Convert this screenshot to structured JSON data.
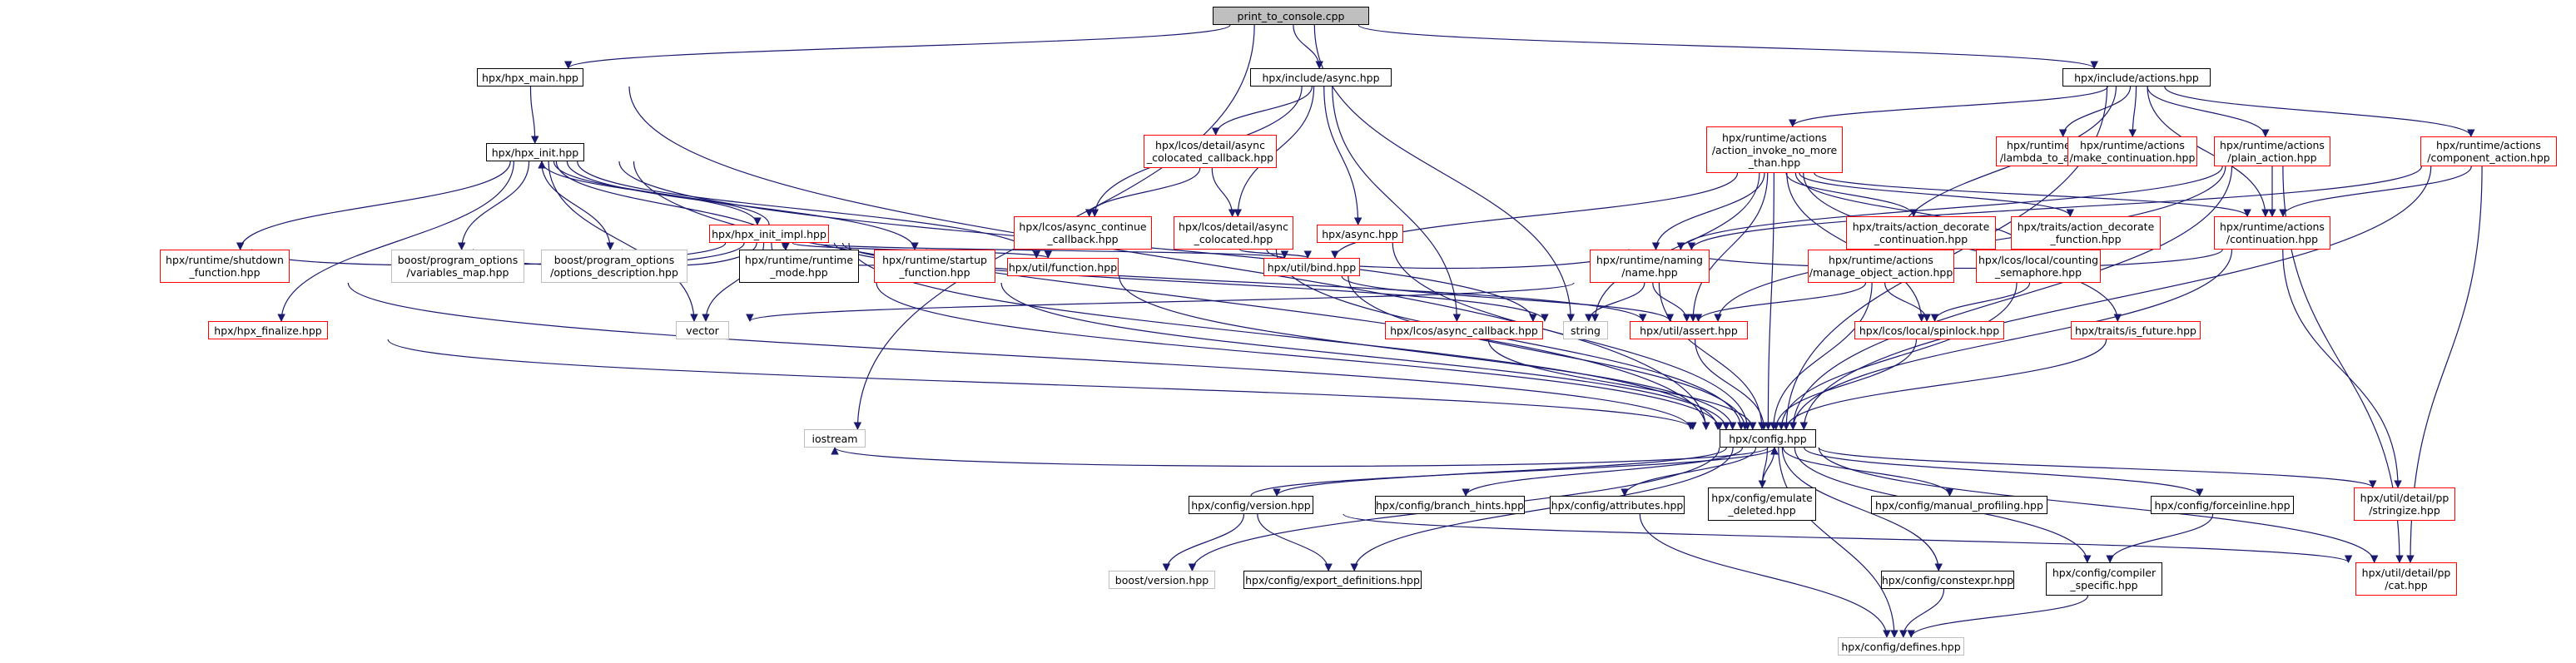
{
  "colors": {
    "edge": "#191970",
    "root_fill": "#bfbfbf",
    "linked_border": "#000000",
    "truncated_border": "#ff0000",
    "external_border": "#bfbfbf"
  },
  "nodes": [
    {
      "id": "n0",
      "label": "print_to_console.cpp",
      "kind": "root"
    },
    {
      "id": "n1",
      "label": "hpx/hpx_main.hpp",
      "kind": "black"
    },
    {
      "id": "n2",
      "label": "hpx/include/async.hpp",
      "kind": "black"
    },
    {
      "id": "n3",
      "label": "hpx/include/actions.hpp",
      "kind": "black"
    },
    {
      "id": "n4",
      "label": "hpx/hpx_init.hpp",
      "kind": "black"
    },
    {
      "id": "n5",
      "label": "hpx/lcos/detail/async\n_colocated_callback.hpp",
      "kind": "red"
    },
    {
      "id": "n6",
      "label": "hpx/runtime/actions\n/action_invoke_no_more\n_than.hpp",
      "kind": "red"
    },
    {
      "id": "n7",
      "label": "hpx/runtime/actions\n/lambda_to_action.hpp",
      "kind": "red"
    },
    {
      "id": "n8",
      "label": "hpx/runtime/actions\n/make_continuation.hpp",
      "kind": "red"
    },
    {
      "id": "n9",
      "label": "hpx/runtime/actions\n/plain_action.hpp",
      "kind": "red"
    },
    {
      "id": "n10",
      "label": "hpx/runtime/actions\n/component_action.hpp",
      "kind": "red"
    },
    {
      "id": "n11",
      "label": "hpx/hpx_init_impl.hpp",
      "kind": "red"
    },
    {
      "id": "n12",
      "label": "hpx/lcos/async_continue\n_callback.hpp",
      "kind": "red"
    },
    {
      "id": "n13",
      "label": "hpx/lcos/detail/async\n_colocated.hpp",
      "kind": "red"
    },
    {
      "id": "n14",
      "label": "hpx/async.hpp",
      "kind": "red"
    },
    {
      "id": "n15",
      "label": "hpx/traits/action_decorate\n_continuation.hpp",
      "kind": "red"
    },
    {
      "id": "n16",
      "label": "hpx/traits/action_decorate\n_function.hpp",
      "kind": "red"
    },
    {
      "id": "n17",
      "label": "hpx/runtime/actions\n/continuation.hpp",
      "kind": "red"
    },
    {
      "id": "n18",
      "label": "hpx/runtime/shutdown\n_function.hpp",
      "kind": "red"
    },
    {
      "id": "n19",
      "label": "boost/program_options\n/variables_map.hpp",
      "kind": "gray"
    },
    {
      "id": "n20",
      "label": "boost/program_options\n/options_description.hpp",
      "kind": "gray"
    },
    {
      "id": "n21",
      "label": "hpx/runtime/runtime\n_mode.hpp",
      "kind": "black"
    },
    {
      "id": "n22",
      "label": "hpx/runtime/startup\n_function.hpp",
      "kind": "red"
    },
    {
      "id": "n23",
      "label": "hpx/util/function.hpp",
      "kind": "red"
    },
    {
      "id": "n24",
      "label": "hpx/util/bind.hpp",
      "kind": "red"
    },
    {
      "id": "n25",
      "label": "hpx/runtime/naming\n/name.hpp",
      "kind": "red"
    },
    {
      "id": "n26",
      "label": "hpx/runtime/actions\n/manage_object_action.hpp",
      "kind": "red"
    },
    {
      "id": "n27",
      "label": "hpx/lcos/local/counting\n_semaphore.hpp",
      "kind": "red"
    },
    {
      "id": "n28",
      "label": "hpx/hpx_finalize.hpp",
      "kind": "red"
    },
    {
      "id": "n29",
      "label": "vector",
      "kind": "gray"
    },
    {
      "id": "n30",
      "label": "hpx/lcos/async_callback.hpp",
      "kind": "red"
    },
    {
      "id": "n31",
      "label": "string",
      "kind": "gray"
    },
    {
      "id": "n32",
      "label": "hpx/util/assert.hpp",
      "kind": "red"
    },
    {
      "id": "n33",
      "label": "hpx/lcos/local/spinlock.hpp",
      "kind": "red"
    },
    {
      "id": "n34",
      "label": "hpx/traits/is_future.hpp",
      "kind": "red"
    },
    {
      "id": "n35",
      "label": "iostream",
      "kind": "gray"
    },
    {
      "id": "n36",
      "label": "hpx/config.hpp",
      "kind": "black"
    },
    {
      "id": "n37",
      "label": "hpx/config/version.hpp",
      "kind": "black"
    },
    {
      "id": "n38",
      "label": "hpx/config/branch_hints.hpp",
      "kind": "black"
    },
    {
      "id": "n39",
      "label": "hpx/config/attributes.hpp",
      "kind": "black"
    },
    {
      "id": "n40",
      "label": "hpx/config/emulate\n_deleted.hpp",
      "kind": "black"
    },
    {
      "id": "n41",
      "label": "hpx/config/manual_profiling.hpp",
      "kind": "black"
    },
    {
      "id": "n42",
      "label": "hpx/config/forceinline.hpp",
      "kind": "black"
    },
    {
      "id": "n43",
      "label": "hpx/util/detail/pp\n/stringize.hpp",
      "kind": "red"
    },
    {
      "id": "n44",
      "label": "boost/version.hpp",
      "kind": "gray"
    },
    {
      "id": "n45",
      "label": "hpx/config/export_definitions.hpp",
      "kind": "black"
    },
    {
      "id": "n46",
      "label": "hpx/config/constexpr.hpp",
      "kind": "black"
    },
    {
      "id": "n47",
      "label": "hpx/config/compiler\n_specific.hpp",
      "kind": "black"
    },
    {
      "id": "n48",
      "label": "hpx/util/detail/pp\n/cat.hpp",
      "kind": "red"
    },
    {
      "id": "n49",
      "label": "hpx/config/defines.hpp",
      "kind": "gray"
    }
  ],
  "edges": [
    [
      "n0",
      "n1"
    ],
    [
      "n0",
      "n2"
    ],
    [
      "n0",
      "n3"
    ],
    [
      "n0",
      "n35"
    ],
    [
      "n0",
      "n31"
    ],
    [
      "n1",
      "n4"
    ],
    [
      "n1",
      "n36"
    ],
    [
      "n2",
      "n5"
    ],
    [
      "n2",
      "n12"
    ],
    [
      "n2",
      "n13"
    ],
    [
      "n2",
      "n14"
    ],
    [
      "n2",
      "n30"
    ],
    [
      "n3",
      "n6"
    ],
    [
      "n3",
      "n7"
    ],
    [
      "n3",
      "n8"
    ],
    [
      "n3",
      "n9"
    ],
    [
      "n3",
      "n10"
    ],
    [
      "n3",
      "n17"
    ],
    [
      "n3",
      "n26"
    ],
    [
      "n3",
      "n36"
    ],
    [
      "n4",
      "n11"
    ],
    [
      "n4",
      "n18"
    ],
    [
      "n4",
      "n19"
    ],
    [
      "n4",
      "n20"
    ],
    [
      "n4",
      "n21"
    ],
    [
      "n4",
      "n22"
    ],
    [
      "n4",
      "n23"
    ],
    [
      "n4",
      "n28"
    ],
    [
      "n4",
      "n29"
    ],
    [
      "n4",
      "n31"
    ],
    [
      "n4",
      "n36"
    ],
    [
      "n11",
      "n4"
    ],
    [
      "n11",
      "n18"
    ],
    [
      "n11",
      "n19"
    ],
    [
      "n11",
      "n20"
    ],
    [
      "n11",
      "n21"
    ],
    [
      "n11",
      "n22"
    ],
    [
      "n11",
      "n23"
    ],
    [
      "n11",
      "n24"
    ],
    [
      "n11",
      "n29"
    ],
    [
      "n11",
      "n31"
    ],
    [
      "n11",
      "n32"
    ],
    [
      "n11",
      "n36"
    ],
    [
      "n5",
      "n12"
    ],
    [
      "n5",
      "n13"
    ],
    [
      "n13",
      "n24"
    ],
    [
      "n13",
      "n25"
    ],
    [
      "n13",
      "n36"
    ],
    [
      "n14",
      "n36"
    ],
    [
      "n6",
      "n15"
    ],
    [
      "n6",
      "n16"
    ],
    [
      "n6",
      "n17"
    ],
    [
      "n6",
      "n24"
    ],
    [
      "n6",
      "n25"
    ],
    [
      "n6",
      "n27"
    ],
    [
      "n6",
      "n33"
    ],
    [
      "n6",
      "n34"
    ],
    [
      "n6",
      "n32"
    ],
    [
      "n6",
      "n31"
    ],
    [
      "n6",
      "n36"
    ],
    [
      "n9",
      "n17"
    ],
    [
      "n9",
      "n25"
    ],
    [
      "n9",
      "n32"
    ],
    [
      "n9",
      "n36"
    ],
    [
      "n9",
      "n48"
    ],
    [
      "n10",
      "n17"
    ],
    [
      "n10",
      "n25"
    ],
    [
      "n10",
      "n36"
    ],
    [
      "n10",
      "n48"
    ],
    [
      "n17",
      "n25"
    ],
    [
      "n17",
      "n36"
    ],
    [
      "n17",
      "n43"
    ],
    [
      "n18",
      "n36"
    ],
    [
      "n21",
      "n36"
    ],
    [
      "n22",
      "n36"
    ],
    [
      "n23",
      "n36"
    ],
    [
      "n24",
      "n32"
    ],
    [
      "n24",
      "n36"
    ],
    [
      "n28",
      "n36"
    ],
    [
      "n30",
      "n36"
    ],
    [
      "n25",
      "n29"
    ],
    [
      "n25",
      "n31"
    ],
    [
      "n25",
      "n32"
    ],
    [
      "n25",
      "n36"
    ],
    [
      "n26",
      "n32"
    ],
    [
      "n26",
      "n33"
    ],
    [
      "n26",
      "n36"
    ],
    [
      "n27",
      "n33"
    ],
    [
      "n27",
      "n36"
    ],
    [
      "n32",
      "n36"
    ],
    [
      "n33",
      "n36"
    ],
    [
      "n34",
      "n36"
    ],
    [
      "n36",
      "n35"
    ],
    [
      "n36",
      "n37"
    ],
    [
      "n36",
      "n38"
    ],
    [
      "n36",
      "n39"
    ],
    [
      "n36",
      "n40"
    ],
    [
      "n36",
      "n41"
    ],
    [
      "n36",
      "n42"
    ],
    [
      "n36",
      "n43"
    ],
    [
      "n36",
      "n45"
    ],
    [
      "n36",
      "n46"
    ],
    [
      "n36",
      "n47"
    ],
    [
      "n36",
      "n48"
    ],
    [
      "n36",
      "n49"
    ],
    [
      "n36",
      "n44"
    ],
    [
      "n37",
      "n36"
    ],
    [
      "n37",
      "n44"
    ],
    [
      "n37",
      "n45"
    ],
    [
      "n37",
      "n48"
    ],
    [
      "n40",
      "n36"
    ],
    [
      "n39",
      "n49"
    ],
    [
      "n42",
      "n47"
    ],
    [
      "n46",
      "n49"
    ],
    [
      "n47",
      "n49"
    ]
  ]
}
